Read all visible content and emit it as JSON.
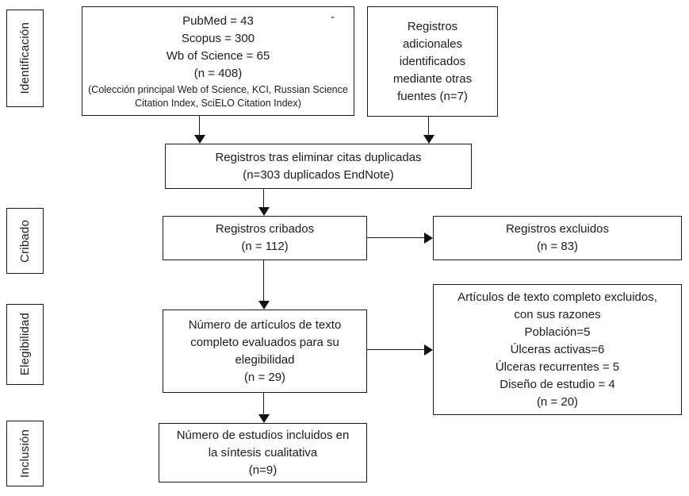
{
  "stages": [
    {
      "label": "Identificación"
    },
    {
      "label": "Cribado"
    },
    {
      "label": "Elegibilidad"
    },
    {
      "label": "Inclusión"
    }
  ],
  "boxes": {
    "sources": {
      "lines": [
        "PubMed = 43",
        "Scopus = 300",
        "Wb of Science = 65",
        "(n = 408)"
      ],
      "note": "(Colección principal Web of Science, KCI, Russian Science Citation Index, SciELO Citation Index)",
      "dash": "-"
    },
    "additional": {
      "text": "Registros adicionales identificados mediante otras fuentes (n=7)"
    },
    "deduplicated": {
      "lines": [
        "Registros tras eliminar citas duplicadas",
        "(n=303 duplicados EndNote)"
      ]
    },
    "screened": {
      "lines": [
        "Registros cribados",
        "(n = 112)"
      ]
    },
    "excluded": {
      "lines": [
        "Registros excluidos",
        "(n = 83)"
      ]
    },
    "fulltext": {
      "text": "Número de artículos de texto completo evaluados para su elegibilidad",
      "count": "(n = 29)"
    },
    "fulltext_excluded": {
      "lines": [
        "Artículos de texto completo excluidos,",
        "con sus razones",
        "Población=5",
        "Úlceras activas=6",
        "Úlceras recurrentes = 5",
        "Diseño de estudio = 4",
        "(n = 20)"
      ]
    },
    "included": {
      "text": "Número de estudios incluidos en la síntesis cualitativa",
      "count": "(n=9)"
    }
  }
}
